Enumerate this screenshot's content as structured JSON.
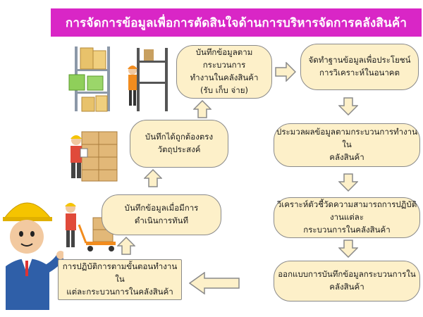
{
  "title": "การจัดการข้อมูลเพื่อการตัดสินใจด้านการบริหารจัดการคลังสินค้า",
  "steps": {
    "record_process": {
      "line1": "บันทึกข้อมูลตามกระบวนการ",
      "line2": "ทำงานในคลังสินค้า",
      "line3": "(รับ เก็บ จ่าย)"
    },
    "database": {
      "line1": "จัดทำฐานข้อมูลเพื่อประโยชน์",
      "line2": "การวิเคราะห์ในอนาคต"
    },
    "record_correct": {
      "line1": "บันทึกได้ถูกต้องตรง",
      "line2": "วัตถุประสงค์"
    },
    "process_data": {
      "line1": "ประมวลผลข้อมูลตามกระบวนการทำงานใน",
      "line2": "คลังสินค้า"
    },
    "record_immediate": {
      "line1": "บันทึกข้อมูลเมื่อมีการ",
      "line2": "ดำเนินการทันที"
    },
    "analyze_kpi": {
      "line1": "วิเคราะห์ตัวชี้วัดความสามารถการปฏิบัติงานแต่ละ",
      "line2": "กระบวนการในคลังสินค้า"
    },
    "follow_steps": {
      "line1": "การปฏิบัติการตามขั้นตอนทำงานใน",
      "line2": "แต่ละกระบวนการในคลังสินค้า"
    },
    "design_record": {
      "line1": "ออกแบบการบันทึกข้อมูลกระบวนการใน",
      "line2": "คลังสินค้า"
    }
  },
  "colors": {
    "title_bg": "#d926c6",
    "box_fill": "#fdf0c9",
    "box_border": "#8a8a8a",
    "arrow_fill": "#fdf0c9"
  }
}
